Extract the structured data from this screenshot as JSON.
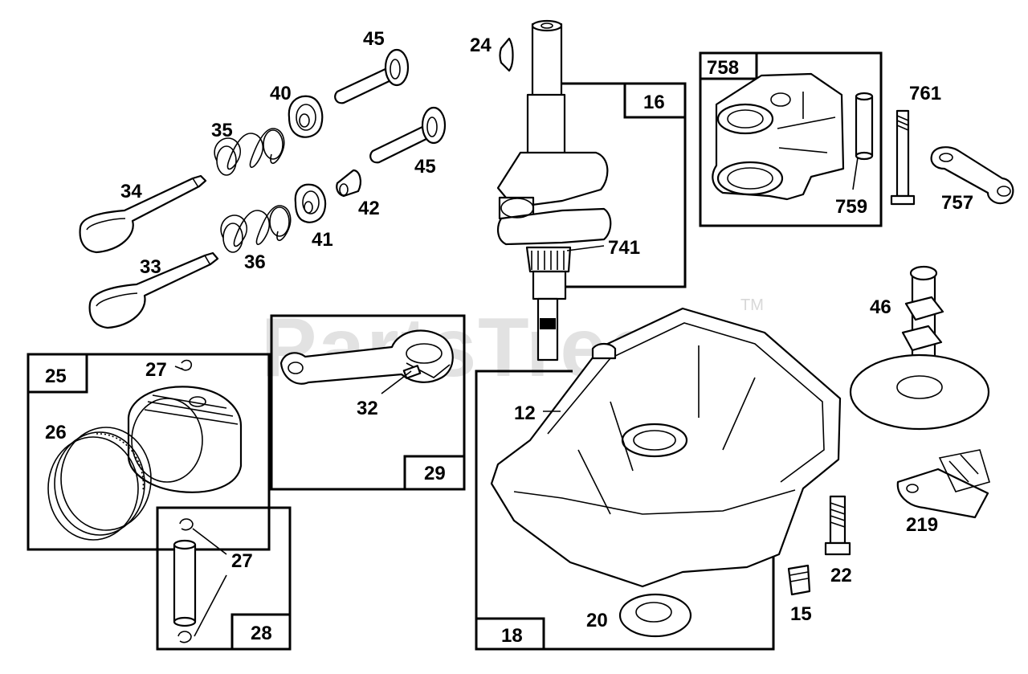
{
  "watermark": {
    "text": "PartsTree",
    "trademark": "TM"
  },
  "labels": {
    "p24": "24",
    "p45a": "45",
    "p45b": "45",
    "p40": "40",
    "p35": "35",
    "p34": "34",
    "p42": "42",
    "p41": "41",
    "p33": "33",
    "p36": "36",
    "p16": "16",
    "p741": "741",
    "p758": "758",
    "p761": "761",
    "p759": "759",
    "p757": "757",
    "p46": "46",
    "p25": "25",
    "p27a": "27",
    "p26": "26",
    "p32": "32",
    "p29": "29",
    "p12": "12",
    "p18": "18",
    "p20": "20",
    "p15": "15",
    "p22": "22",
    "p219": "219",
    "p27b": "27",
    "p28": "28"
  }
}
